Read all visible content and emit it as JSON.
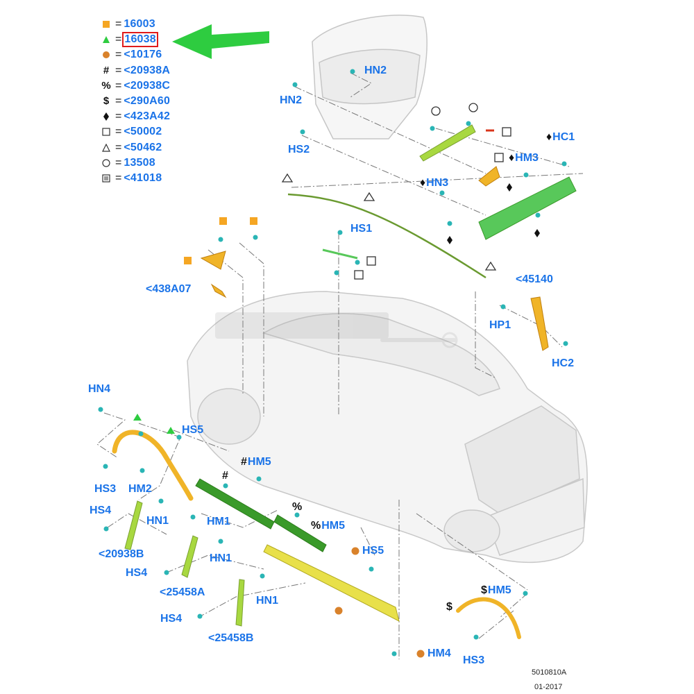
{
  "legend": [
    {
      "symbol": "orange-square-icon",
      "code": "16003"
    },
    {
      "symbol": "green-triangle-icon",
      "code": "16038"
    },
    {
      "symbol": "brown-circle-icon",
      "code": "<10176"
    },
    {
      "symbol": "#",
      "code": "<20938A"
    },
    {
      "symbol": "%",
      "code": "<20938C"
    },
    {
      "symbol": "$",
      "code": "<290A60"
    },
    {
      "symbol": "diamond-icon",
      "code": "<423A42"
    },
    {
      "symbol": "open-square-icon",
      "code": "<50002"
    },
    {
      "symbol": "open-triangle-icon",
      "code": "<50462"
    },
    {
      "symbol": "open-circle-icon",
      "code": "13508"
    },
    {
      "symbol": "clip-icon",
      "code": "<41018"
    }
  ],
  "labels": {
    "hn2_top": "HN2",
    "hn2_left": "HN2",
    "hs2": "HS2",
    "hc1": "HC1",
    "hm3": "HM3",
    "hn3": "HN3",
    "hs1": "HS1",
    "p438a07": "<438A07",
    "p45140": "<45140",
    "hp1": "HP1",
    "hc2": "HC2",
    "hn4": "HN4",
    "hs5_left": "HS5",
    "hs3_left": "HS3",
    "hm2": "HM2",
    "hs4_a": "HS4",
    "hn1_a": "HN1",
    "p20938b": "<20938B",
    "hm1": "HM1",
    "hn1_b": "HN1",
    "hs4_b": "HS4",
    "p25458a": "<25458A",
    "hn1_c": "HN1",
    "hs4_c": "HS4",
    "p25458b": "<25458B",
    "hm5_top": "HM5",
    "hm5_mid": "HM5",
    "hs5_right": "HS5",
    "hm5_right": "HM5",
    "hm4": "HM4",
    "hs3_right": "HS3"
  },
  "prefixes": {
    "hash": "#",
    "percent": "%",
    "dollar": "$"
  },
  "footer": {
    "code": "5010810A",
    "date": "01-2017"
  },
  "colors": {
    "code_blue": "#1a73e8",
    "arrow_green": "#2ecc40",
    "highlight_red": "#e01b1b",
    "part_orange": "#f0b428",
    "part_green": "#58c85a",
    "part_lime": "#a8d840",
    "part_dark_green": "#3a9a2a",
    "part_yellow": "#e8e04a",
    "clip_teal": "#2ab5b5"
  }
}
